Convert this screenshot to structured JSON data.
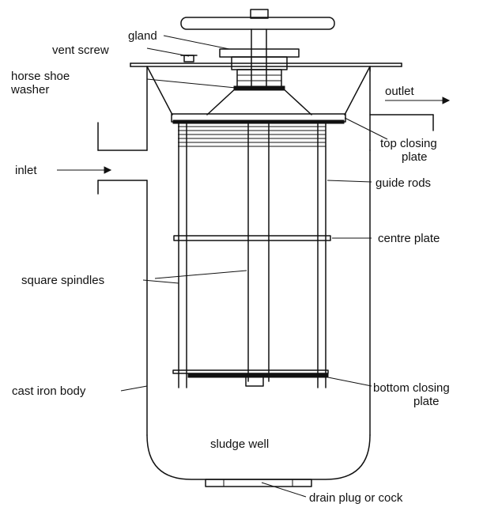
{
  "labels": {
    "gland": "gland",
    "vent_screw": "vent screw",
    "horse_shoe_washer_1": "horse shoe",
    "horse_shoe_washer_2": "washer",
    "outlet": "outlet",
    "top_closing_plate_1": "top closing",
    "top_closing_plate_2": "plate",
    "inlet": "inlet",
    "guide_rods": "guide rods",
    "centre_plate": "centre plate",
    "square_spindles": "square spindles",
    "cast_iron_body": "cast iron body",
    "bottom_closing_plate_1": "bottom closing",
    "bottom_closing_plate_2": "plate",
    "sludge_well": "sludge well",
    "drain_plug_or_cock": "drain plug or cock"
  },
  "colors": {
    "line": "#111111",
    "background": "#ffffff"
  }
}
